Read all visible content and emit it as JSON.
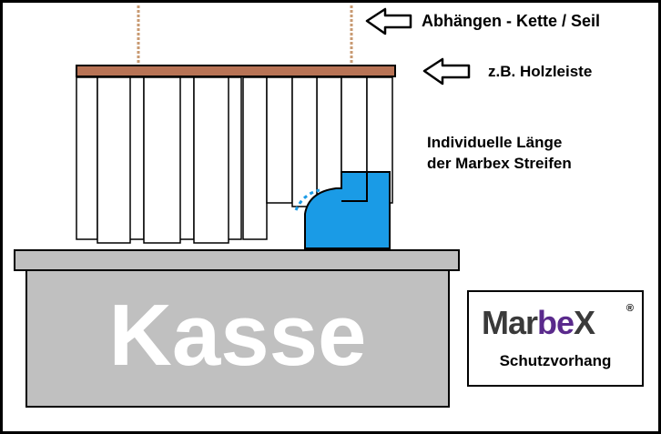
{
  "labels": {
    "hang": "Abhängen - Kette / Seil",
    "wood": "z.B. Holzleiste",
    "length_line1": "Individuelle Länge",
    "length_line2": "der Marbex Streifen",
    "counter": "Kasse"
  },
  "logo": {
    "part1": "Mar",
    "part2": "be",
    "part3": "X",
    "mark": "®",
    "tagline": "Schutzvorhang"
  },
  "colors": {
    "background": "#ffffff",
    "outline": "#000000",
    "chain": "#c89a72",
    "wood_bar": "#b87355",
    "counter": "#c0c0c0",
    "register": "#1a9be6",
    "brand_dark": "#3a3a3a",
    "brand_purple": "#5a2a8c"
  },
  "icons": {
    "arrow": "hollow-left-arrow-icon",
    "chain": "chain-icon"
  }
}
